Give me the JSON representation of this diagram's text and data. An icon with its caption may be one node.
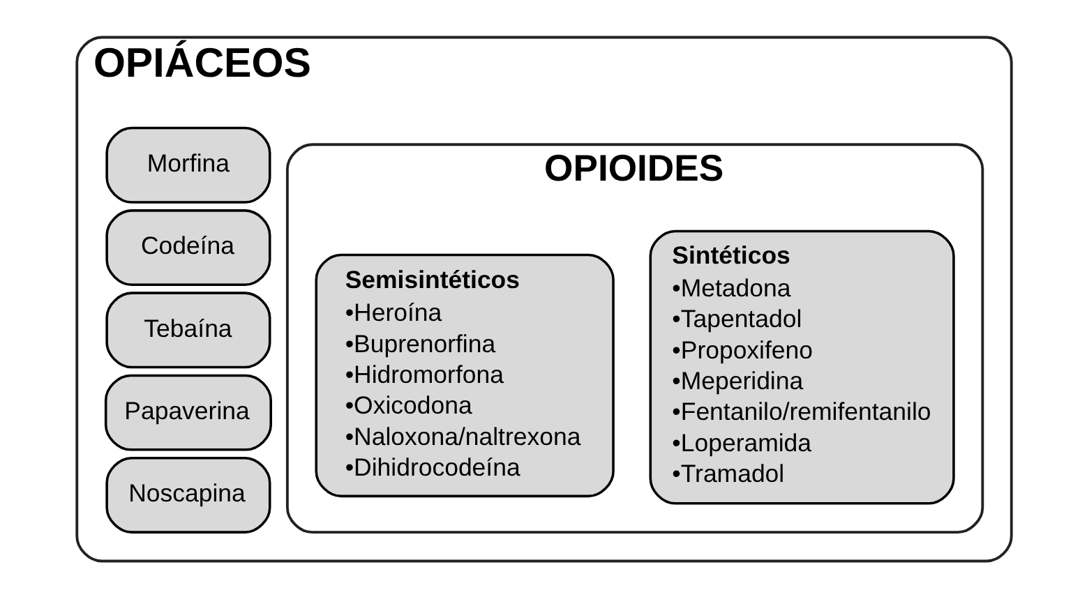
{
  "diagram": {
    "nodes": [
      {
        "text": [
          "OPIÁCEOS"
        ]
      },
      {
        "text": [
          "Morfina"
        ],
        "in": 0
      },
      {
        "text": [
          "Codeína"
        ],
        "in": 0
      },
      {
        "text": [
          "Tebaína"
        ],
        "in": 0
      },
      {
        "text": [
          "Papaverina"
        ],
        "in": 0
      },
      {
        "text": [
          "Noscapina"
        ],
        "in": 0
      },
      {
        "text": [
          "OPIOIDES"
        ],
        "in": 0
      },
      {
        "text": [
          "Semisintéticos",
          "•Heroína",
          "•Buprenorfina",
          "•Hidromorfona",
          "•Oxicodona",
          "•Naloxona/naltrexona",
          "•Dihidrocodeína"
        ],
        "in": 6
      },
      {
        "text": [
          "Sintéticos",
          "•Metadona",
          "•Tapentadol",
          "•Propoxifeno",
          "•Meperidina",
          "•Fentanilo/remifentanilo",
          "•Loperamida",
          "•Tramadol"
        ],
        "in": 6
      }
    ]
  }
}
